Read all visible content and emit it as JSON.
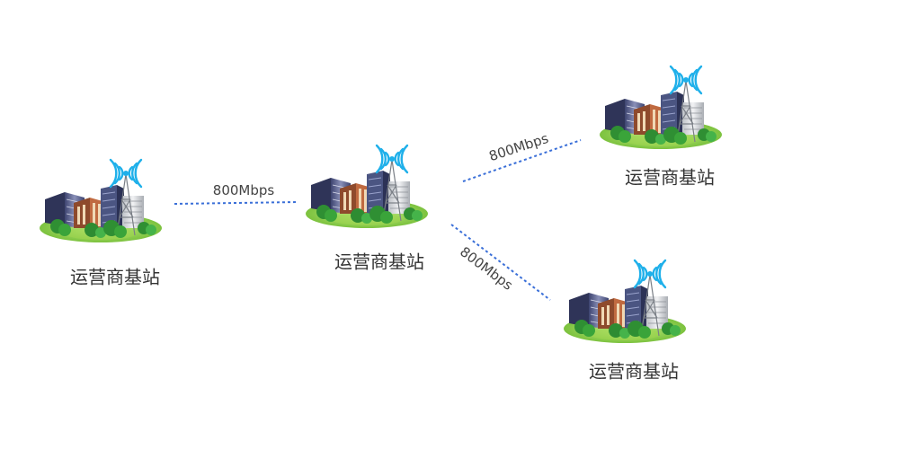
{
  "colors": {
    "link": "#3a6fd8",
    "grass": "#8fd14f",
    "building": "#5a5f8c",
    "brick": "#b5603a",
    "tree": "#3aa43a",
    "signal": "#1fb0ea"
  },
  "stations": [
    {
      "id": "s1",
      "label": "运营商基站"
    },
    {
      "id": "s2",
      "label": "运营商基站"
    },
    {
      "id": "s3",
      "label": "运营商基站"
    },
    {
      "id": "s4",
      "label": "运营商基站"
    }
  ],
  "links": [
    {
      "from": "s1",
      "to": "s2",
      "label": "800Mbps"
    },
    {
      "from": "s2",
      "to": "s3",
      "label": "800Mbps"
    },
    {
      "from": "s2",
      "to": "s4",
      "label": "800Mbps"
    }
  ]
}
